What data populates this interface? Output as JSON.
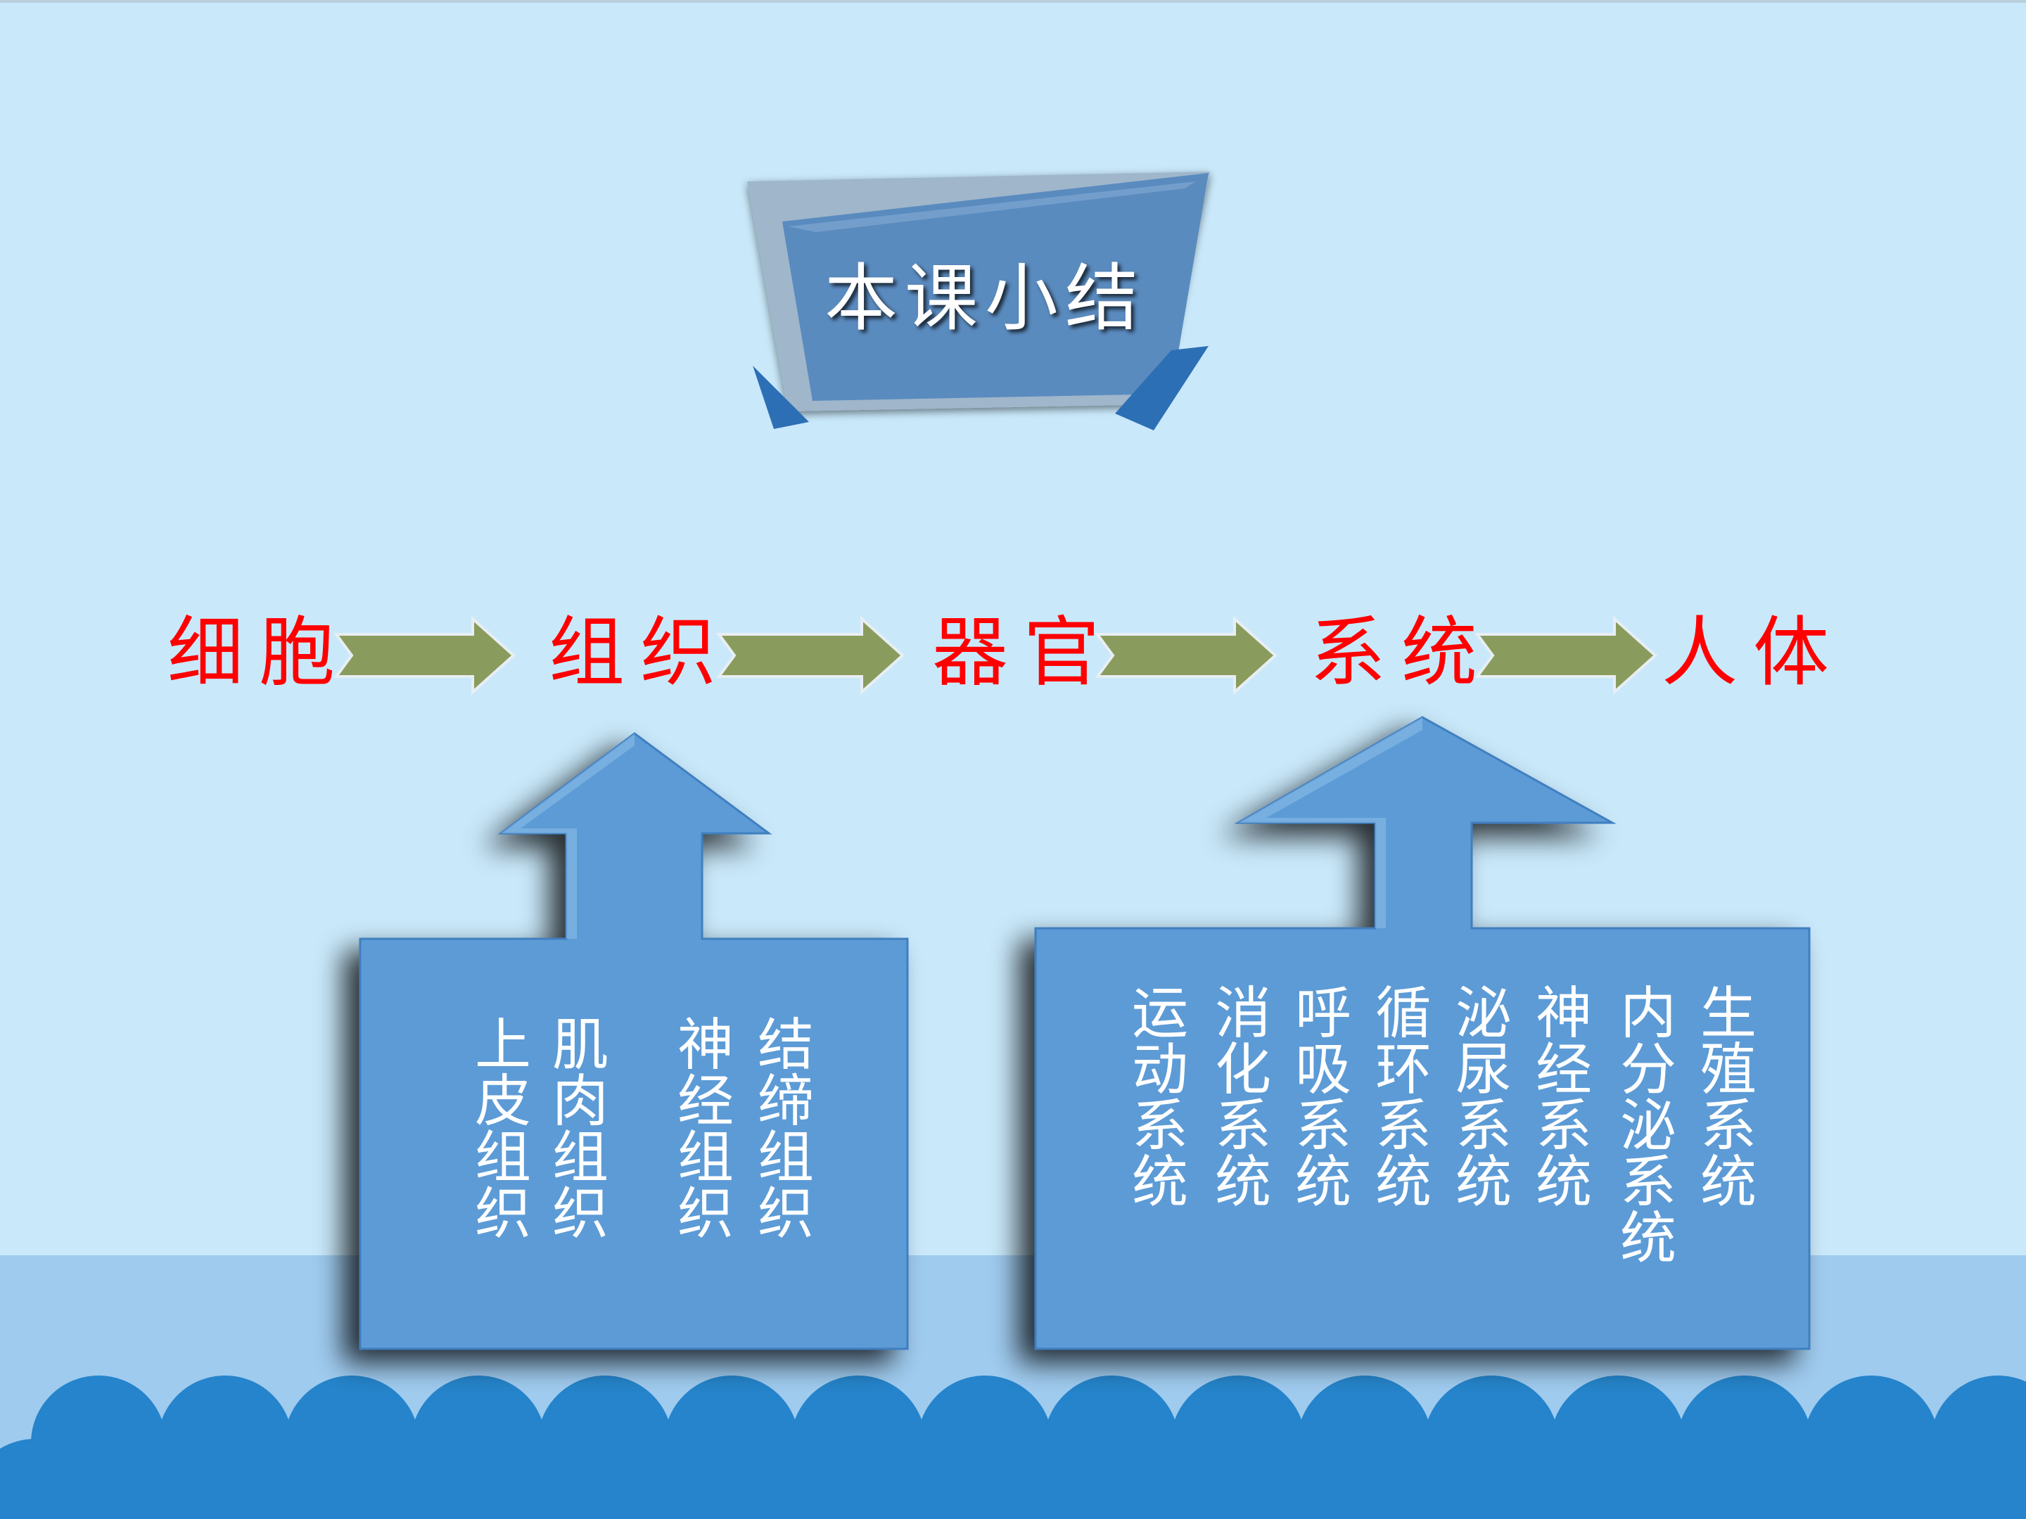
{
  "title": "本课小结",
  "flow": {
    "stages": [
      "细胞",
      "组织",
      "器官",
      "系统",
      "人体"
    ]
  },
  "tissues": [
    "上皮组织",
    "肌肉组织",
    "神经组织",
    "结缔组织"
  ],
  "systems": [
    "运动系统",
    "消化系统",
    "呼吸系统",
    "循环系统",
    "泌尿系统",
    "神经系统",
    "内分泌系统",
    "生殖系统"
  ],
  "colors": {
    "background": "#c9e9fb",
    "band": "#9fcbef",
    "wave": "#2584cb",
    "box": "#5b9bd6",
    "flow_arrow": "#8a9c5d",
    "stage_text": "#ff0000",
    "title_card": "#5a8bbf"
  }
}
